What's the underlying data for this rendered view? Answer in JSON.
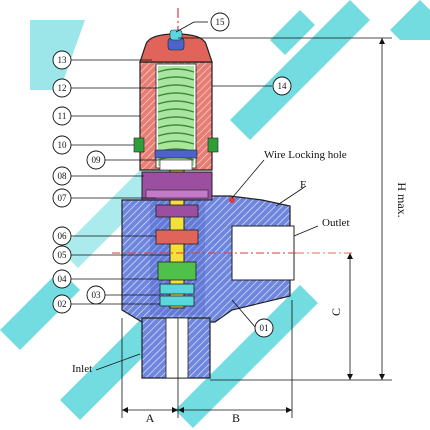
{
  "colors": {
    "watermark": "#5ad6dc",
    "body_blue": "#4d63c9",
    "body_hatch": "#8fa0e6",
    "spring_green": "#8ee08a",
    "cap_red": "#e0645a",
    "housing_red": "#ef9a92",
    "purple": "#9c4fa0",
    "yellow": "#f3e03a",
    "center_line": "#e23a3a",
    "outline": "#222222"
  },
  "callouts": [
    {
      "id": "c15",
      "text": "15"
    },
    {
      "id": "c13",
      "text": "13"
    },
    {
      "id": "c14",
      "text": "14"
    },
    {
      "id": "c12",
      "text": "12"
    },
    {
      "id": "c11",
      "text": "11"
    },
    {
      "id": "c10",
      "text": "10"
    },
    {
      "id": "c09",
      "text": "09"
    },
    {
      "id": "c08",
      "text": "08"
    },
    {
      "id": "c07",
      "text": "07"
    },
    {
      "id": "c06",
      "text": "06"
    },
    {
      "id": "c05",
      "text": "05"
    },
    {
      "id": "c04",
      "text": "04"
    },
    {
      "id": "c03",
      "text": "03"
    },
    {
      "id": "c02",
      "text": "02"
    },
    {
      "id": "c01",
      "text": "01"
    }
  ],
  "labels": {
    "wire_locking_hole": "Wire Locking hole",
    "f": "F",
    "outlet": "Outlet",
    "inlet": "Inlet"
  },
  "dimensions": {
    "a": "A",
    "b": "B",
    "c": "C",
    "h_max": "H max."
  }
}
